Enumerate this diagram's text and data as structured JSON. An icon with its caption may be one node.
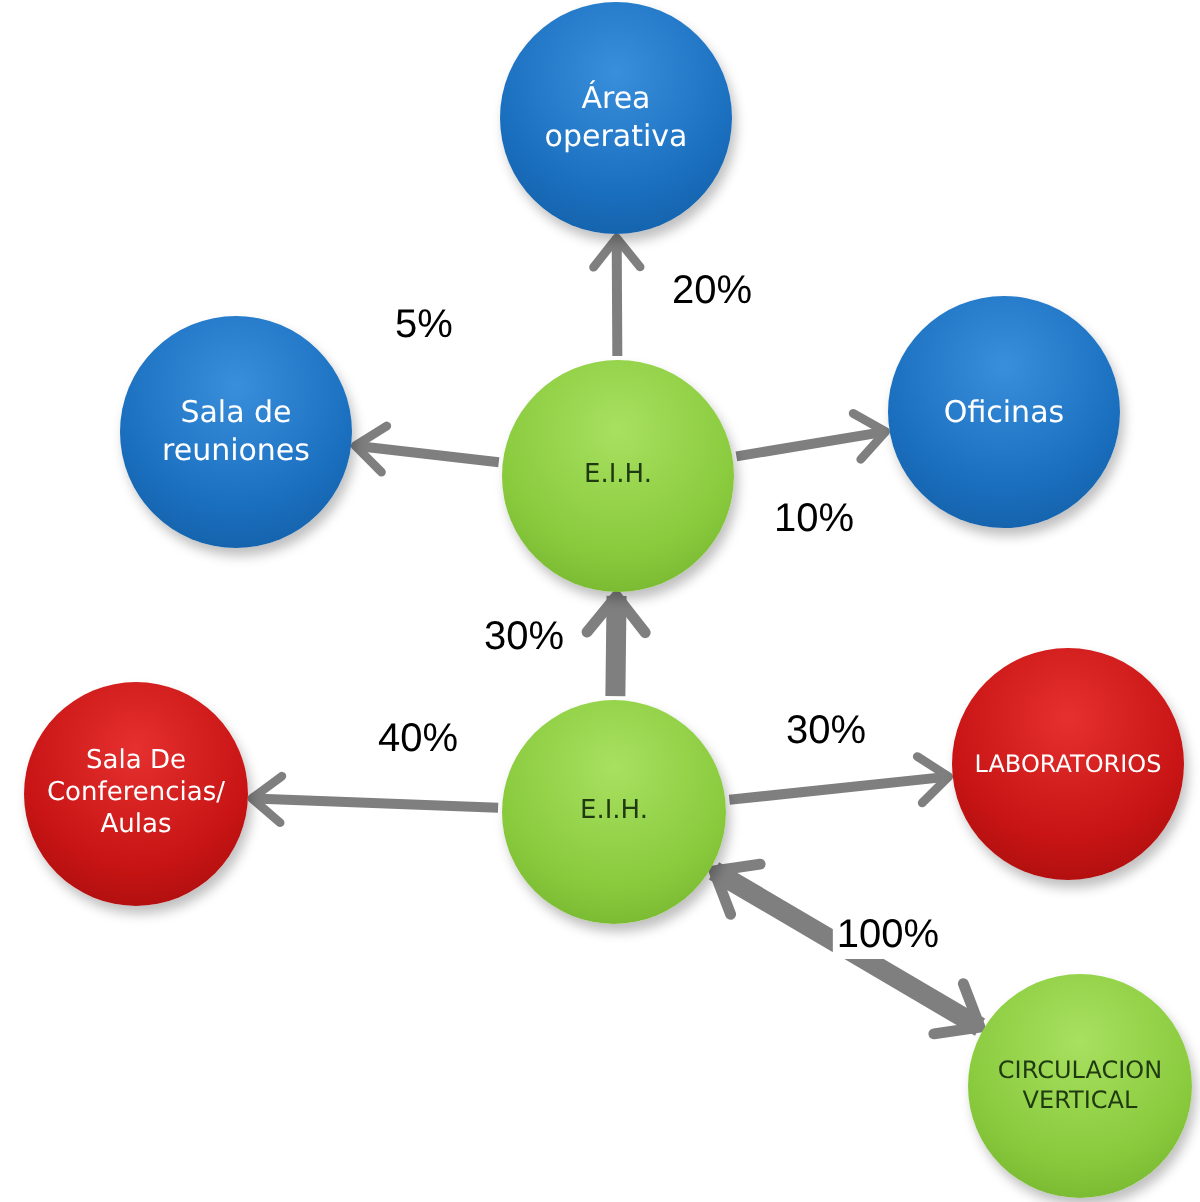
{
  "diagram": {
    "nodes": [
      {
        "text": [
          "Área operativa"
        ]
      },
      {
        "text": [
          "Sala de reuniones"
        ]
      },
      {
        "text": [
          "E.I.H."
        ]
      },
      {
        "text": [
          "Oficinas"
        ]
      },
      {
        "text": [
          "Sala De Conferencias/ Aulas"
        ]
      },
      {
        "text": [
          "E.I.H."
        ]
      },
      {
        "text": [
          "LABORATORIOS"
        ]
      },
      {
        "text": [
          "CIRCULACION VERTICAL"
        ]
      }
    ],
    "edges": [
      {
        "from": 2,
        "to": 0,
        "arrow": "to",
        "label": "20%"
      },
      {
        "from": 2,
        "to": 1,
        "arrow": "to",
        "label": "5%"
      },
      {
        "from": 2,
        "to": 3,
        "arrow": "to",
        "label": "10%"
      },
      {
        "from": 5,
        "to": 2,
        "arrow": "to",
        "label": "30%",
        "style": "thick"
      },
      {
        "from": 5,
        "to": 4,
        "arrow": "to",
        "label": "40%"
      },
      {
        "from": 5,
        "to": 6,
        "arrow": "to",
        "label": "30%"
      },
      {
        "from": 5,
        "to": 7,
        "arrow": "both",
        "label": "100%",
        "style": "thick"
      }
    ]
  }
}
